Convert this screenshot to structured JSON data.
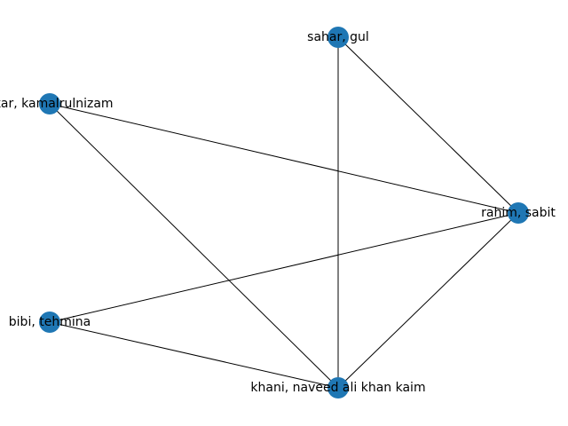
{
  "graph": {
    "node_color": "#1f77b4",
    "edge_color": "#000000",
    "nodes": [
      {
        "id": "sahar",
        "label": "sahar, gul"
      },
      {
        "id": "kamal",
        "label": "akar, kamalrulnizam"
      },
      {
        "id": "rahim",
        "label": "rahim, sabit"
      },
      {
        "id": "bibi",
        "label": "bibi, tehmina"
      },
      {
        "id": "khani",
        "label": "khani, naveed ali khan kaim"
      }
    ],
    "edges": [
      {
        "source": "sahar",
        "target": "rahim"
      },
      {
        "source": "sahar",
        "target": "khani"
      },
      {
        "source": "kamal",
        "target": "rahim"
      },
      {
        "source": "kamal",
        "target": "khani"
      },
      {
        "source": "rahim",
        "target": "bibi"
      },
      {
        "source": "rahim",
        "target": "khani"
      },
      {
        "source": "bibi",
        "target": "khani"
      }
    ]
  }
}
